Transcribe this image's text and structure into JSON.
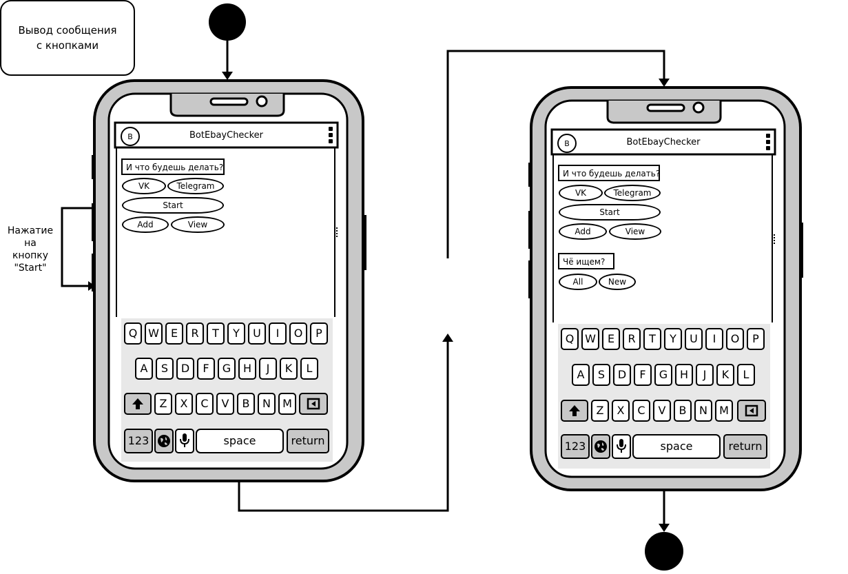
{
  "annotations": {
    "press_note": [
      "Нажатие",
      "на",
      "кнопку",
      "\"Start\""
    ],
    "process_label": [
      "Вывод сообщения",
      "с кнопками"
    ]
  },
  "app": {
    "avatar_letter": "B",
    "title": "BotEbayChecker",
    "question1": "И что будешь делать?",
    "buttons1": {
      "vk": "VK",
      "telegram": "Telegram",
      "start": "Start",
      "add": "Add",
      "view": "View"
    },
    "question2": "Чё ищем?",
    "buttons2": {
      "all": "All",
      "new": "New"
    }
  },
  "keyboard": {
    "row1": [
      "Q",
      "W",
      "E",
      "R",
      "T",
      "Y",
      "U",
      "I",
      "O",
      "P"
    ],
    "row2": [
      "A",
      "S",
      "D",
      "F",
      "G",
      "H",
      "J",
      "K",
      "L"
    ],
    "row3": [
      "Z",
      "X",
      "C",
      "V",
      "B",
      "N",
      "M"
    ],
    "numbers_key": "123",
    "space_key": "space",
    "return_key": "return"
  },
  "icons": {
    "menu": "more-vertical-icon",
    "shift": "shift-arrow-icon",
    "backspace": "backspace-icon",
    "globe": "globe-icon",
    "mic": "microphone-icon"
  },
  "colors": {
    "ink": "#000000",
    "phone_frame": "#c8c8c8",
    "keyboard_bg": "#e8e8e8",
    "page": "#ffffff"
  }
}
